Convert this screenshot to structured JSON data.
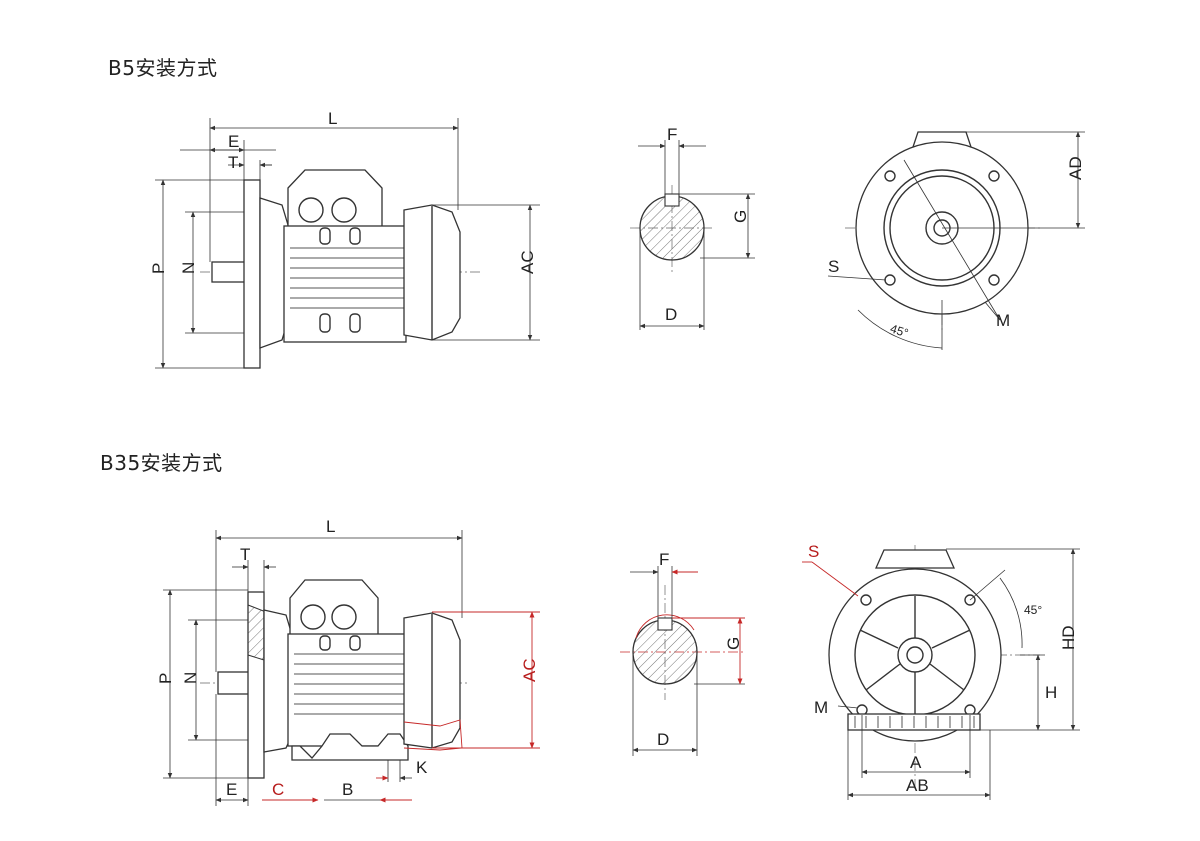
{
  "sections": {
    "b5": {
      "title": "B5安装方式"
    },
    "b35": {
      "title": "B35安装方式"
    }
  },
  "labels": {
    "b5": {
      "L": "L",
      "E": "E",
      "T": "T",
      "P": "P",
      "N": "N",
      "AC": "AC",
      "F": "F",
      "G": "G",
      "D": "D",
      "AD": "AD",
      "S": "S",
      "M": "M",
      "angle": "45°"
    },
    "b35": {
      "L": "L",
      "T": "T",
      "P": "P",
      "N": "N",
      "AC": "AC",
      "E": "E",
      "C": "C",
      "B": "B",
      "K": "K",
      "F": "F",
      "G": "G",
      "D": "D",
      "S": "S",
      "M": "M",
      "angle": "45°",
      "HD": "HD",
      "H": "H",
      "A": "A",
      "AB": "AB"
    }
  },
  "colors": {
    "line": "#333333",
    "accent_red": "#c62828"
  }
}
